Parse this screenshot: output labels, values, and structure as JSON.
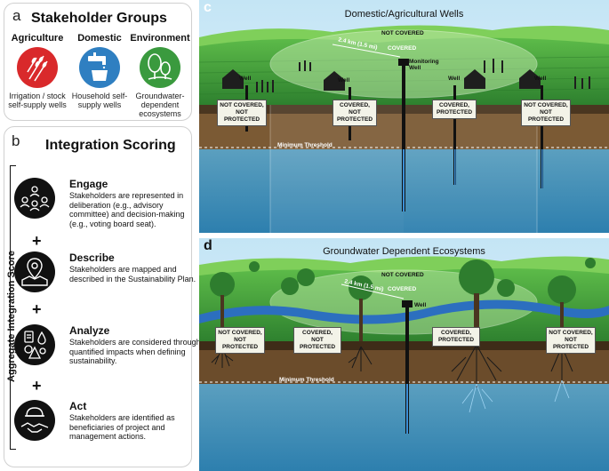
{
  "panel_a": {
    "letter": "a",
    "title": "Stakeholder Groups",
    "groups": [
      {
        "name": "Agriculture",
        "desc": "Irrigation / stock self-supply wells",
        "icon": "wheat-icon",
        "color": "#d9292b"
      },
      {
        "name": "Domestic",
        "desc": "Household self-supply wells",
        "icon": "faucet-icon",
        "color": "#2f7fc1"
      },
      {
        "name": "Environment",
        "desc": "Groundwater-dependent ecosystems",
        "icon": "tree-icon",
        "color": "#3a9a3e"
      }
    ]
  },
  "panel_b": {
    "letter": "b",
    "title": "Integration Scoring",
    "vertical_label": "Aggregate Integration Score",
    "plus": "+",
    "steps": [
      {
        "name": "Engage",
        "desc": "Stakeholders are represented in deliberation (e.g., advisory committee) and decision-making (e.g., voting board seat).",
        "icon": "people-network-icon"
      },
      {
        "name": "Describe",
        "desc": "Stakeholders are mapped and described in the Sustainability Plan.",
        "icon": "map-pin-icon"
      },
      {
        "name": "Analyze",
        "desc": "Stakeholders are considered through quantified impacts when defining sustainability.",
        "icon": "analysis-icon"
      },
      {
        "name": "Act",
        "desc": "Stakeholders are identified as beneficiaries of project and management actions.",
        "icon": "handshake-icon"
      }
    ]
  },
  "panel_c": {
    "letter": "c",
    "title": "Domestic/Agricultural Wells",
    "not_covered": "NOT COVERED",
    "covered": "COVERED",
    "distance": "2.4 km (1.5 mi)",
    "monitoring_well": "Monitoring Well",
    "well": "Well",
    "threshold": "Minimum Threshold",
    "labels": [
      "NOT COVERED, NOT PROTECTED",
      "COVERED, NOT PROTECTED",
      "COVERED, PROTECTED",
      "NOT COVERED, NOT PROTECTED"
    ]
  },
  "panel_d": {
    "letter": "d",
    "title": "Groundwater Dependent Ecosystems",
    "not_covered": "NOT COVERED",
    "covered": "COVERED",
    "distance": "2.4 km (1.5 mi)",
    "well": "Well",
    "threshold": "Minimum Threshold",
    "labels": [
      "NOT COVERED, NOT PROTECTED",
      "COVERED, NOT PROTECTED",
      "COVERED, PROTECTED",
      "NOT COVERED, NOT PROTECTED"
    ]
  },
  "colors": {
    "sky": "#cfe9f6",
    "grass": "#3c9a3a",
    "soil": "#7a5a34",
    "water": "#3b8fb8"
  }
}
